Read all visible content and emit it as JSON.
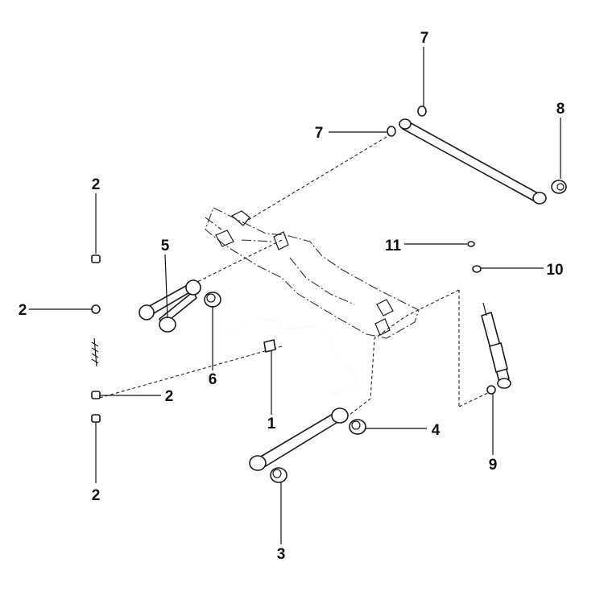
{
  "callouts": {
    "c1": "1",
    "c2a": "2",
    "c2b": "2",
    "c2c": "2",
    "c2d": "2",
    "c3": "3",
    "c4": "4",
    "c5": "5",
    "c6": "6",
    "c7a": "7",
    "c7b": "7",
    "c8": "8",
    "c9": "9",
    "c10": "10",
    "c11": "11"
  },
  "colors": {
    "line": "#1a1a1a",
    "background": "#ffffff"
  }
}
